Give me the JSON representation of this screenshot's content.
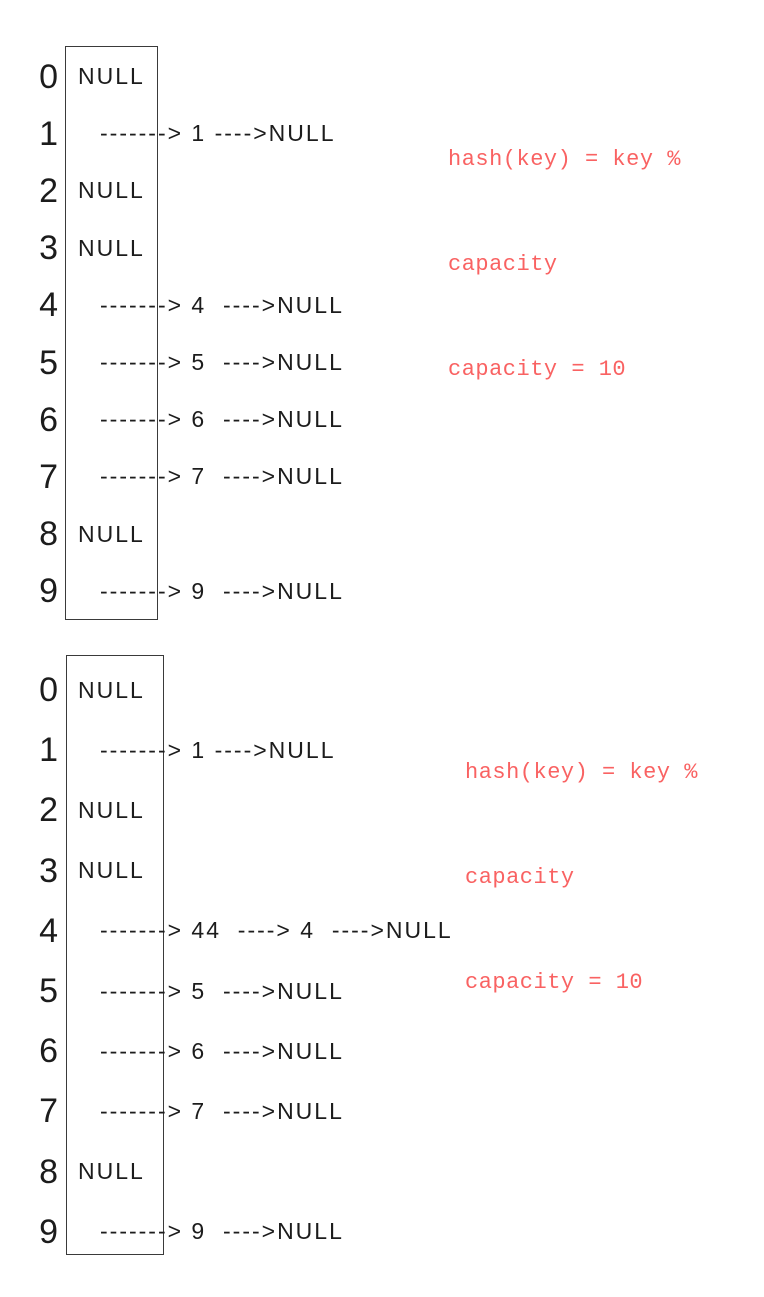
{
  "colors": {
    "annotation_red": "#f96262",
    "ink": "#1c1c1c",
    "box_border": "#3a3a3a",
    "background": "#ffffff"
  },
  "diagrams": [
    {
      "annotation": [
        "hash(key) = key %",
        "capacity",
        "capacity = 10"
      ],
      "rows": [
        {
          "index": "0",
          "content": "NULL"
        },
        {
          "index": "1",
          "content": "-------> 1 ---->NULL"
        },
        {
          "index": "2",
          "content": "NULL"
        },
        {
          "index": "3",
          "content": "NULL"
        },
        {
          "index": "4",
          "content": "-------> 4  ---->NULL"
        },
        {
          "index": "5",
          "content": "-------> 5  ---->NULL"
        },
        {
          "index": "6",
          "content": "-------> 6  ---->NULL"
        },
        {
          "index": "7",
          "content": "-------> 7  ---->NULL"
        },
        {
          "index": "8",
          "content": "NULL"
        },
        {
          "index": "9",
          "content": "-------> 9  ---->NULL"
        }
      ]
    },
    {
      "annotation": [
        "hash(key) = key %",
        "capacity",
        "capacity = 10"
      ],
      "rows": [
        {
          "index": "0",
          "content": "NULL"
        },
        {
          "index": "1",
          "content": "-------> 1 ---->NULL"
        },
        {
          "index": "2",
          "content": "NULL"
        },
        {
          "index": "3",
          "content": "NULL"
        },
        {
          "index": "4",
          "content": "-------> 44  ----> 4  ---->NULL"
        },
        {
          "index": "5",
          "content": "-------> 5  ---->NULL"
        },
        {
          "index": "6",
          "content": "-------> 6  ---->NULL"
        },
        {
          "index": "7",
          "content": "-------> 7  ---->NULL"
        },
        {
          "index": "8",
          "content": "NULL"
        },
        {
          "index": "9",
          "content": "-------> 9  ---->NULL"
        }
      ]
    }
  ]
}
